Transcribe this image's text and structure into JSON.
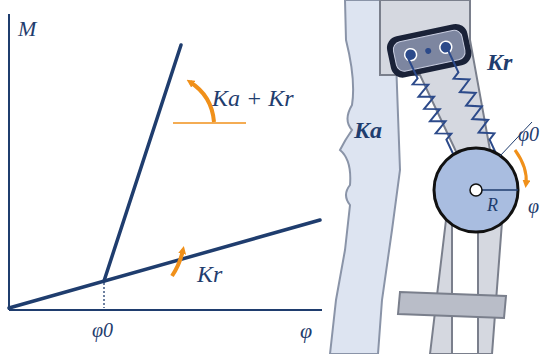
{
  "diagram": {
    "labels": [
      "M",
      "φ0",
      "φ",
      "Ka + Kr",
      "Kr",
      "Kr",
      "Ka",
      "φ0",
      "R",
      "φ"
    ]
  }
}
